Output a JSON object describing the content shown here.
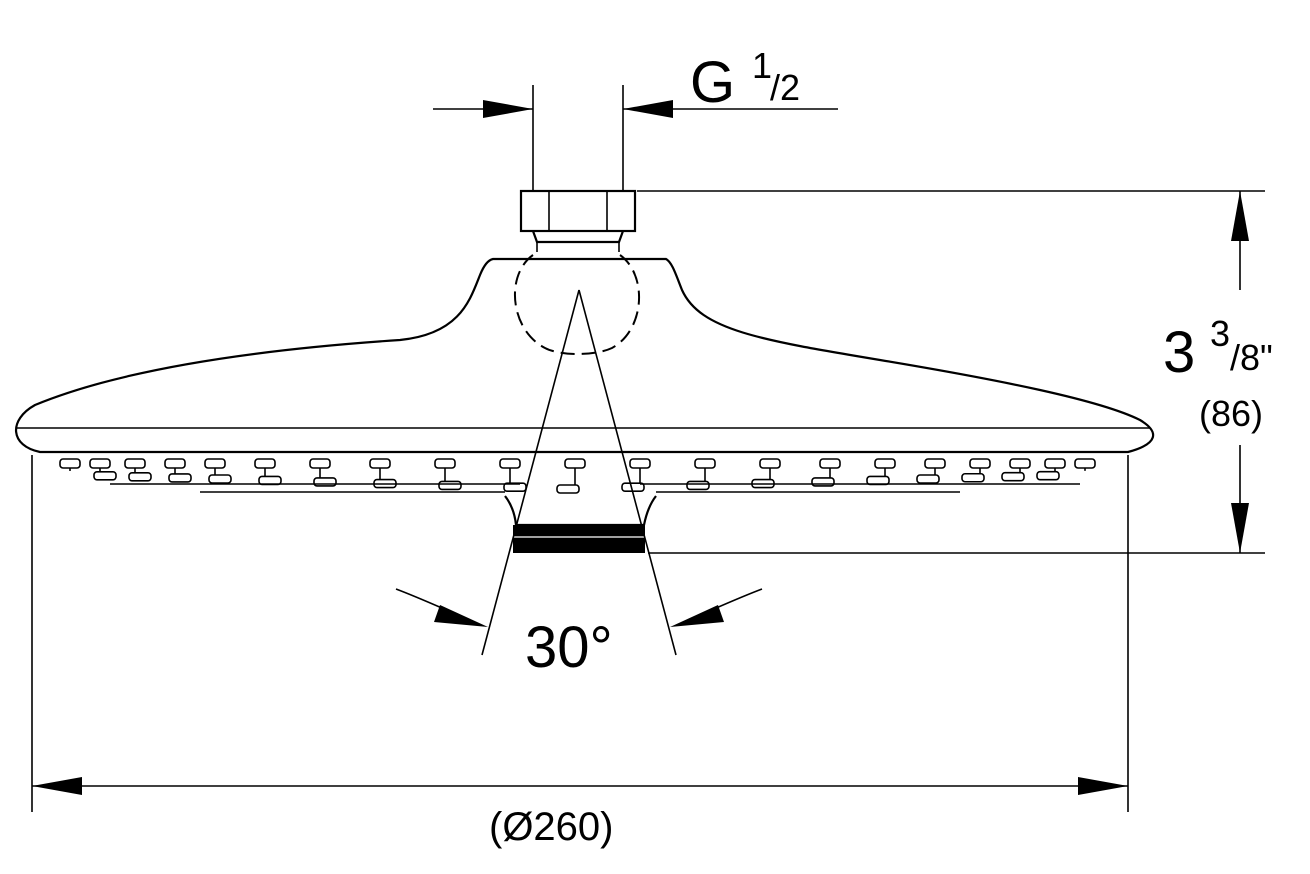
{
  "labels": {
    "thread_prefix": "G",
    "thread_num": "1",
    "thread_den": "/2",
    "height_whole": "3",
    "height_num": "3",
    "height_den": "/8\"",
    "height_mm": "(86)",
    "angle": "30°",
    "diameter": "(Ø260)"
  },
  "colors": {
    "ink": "#000000",
    "background": "#ffffff"
  }
}
